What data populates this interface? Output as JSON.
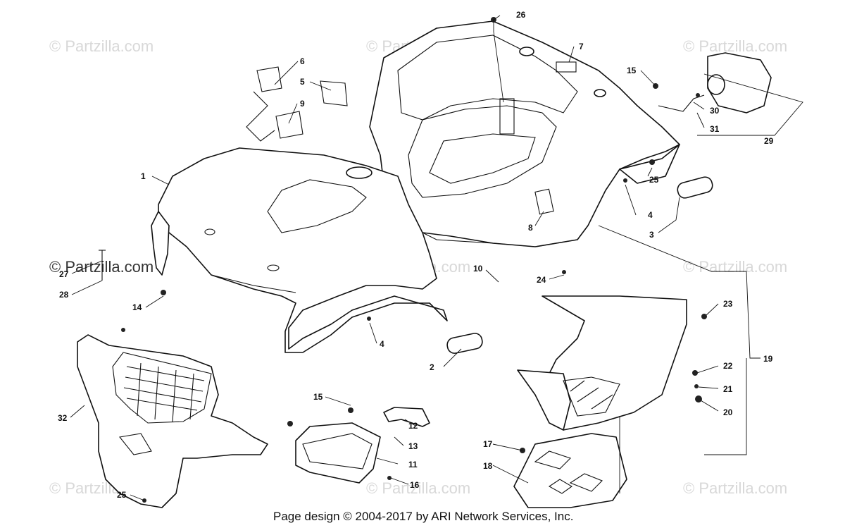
{
  "watermarks": [
    "© Partzilla.com",
    "© Partzilla.com",
    "© Partzilla.com",
    "© Partzilla.com",
    "© Partzilla.com",
    "© Partzilla.com",
    "© Partzilla.com",
    "© Partzilla.com",
    "© Partzilla.com"
  ],
  "watermark_dark": "© Partzilla.com",
  "callouts": [
    "26",
    "7",
    "15",
    "30",
    "31",
    "29",
    "6",
    "5",
    "9",
    "1",
    "25",
    "4",
    "8",
    "3",
    "27",
    "28",
    "14",
    "10",
    "24",
    "23",
    "4",
    "2",
    "19",
    "22",
    "21",
    "20",
    "32",
    "15",
    "12",
    "13",
    "11",
    "17",
    "18",
    "16",
    "25"
  ],
  "footer": "Page design © 2004-2017 by ARI Network Services, Inc."
}
